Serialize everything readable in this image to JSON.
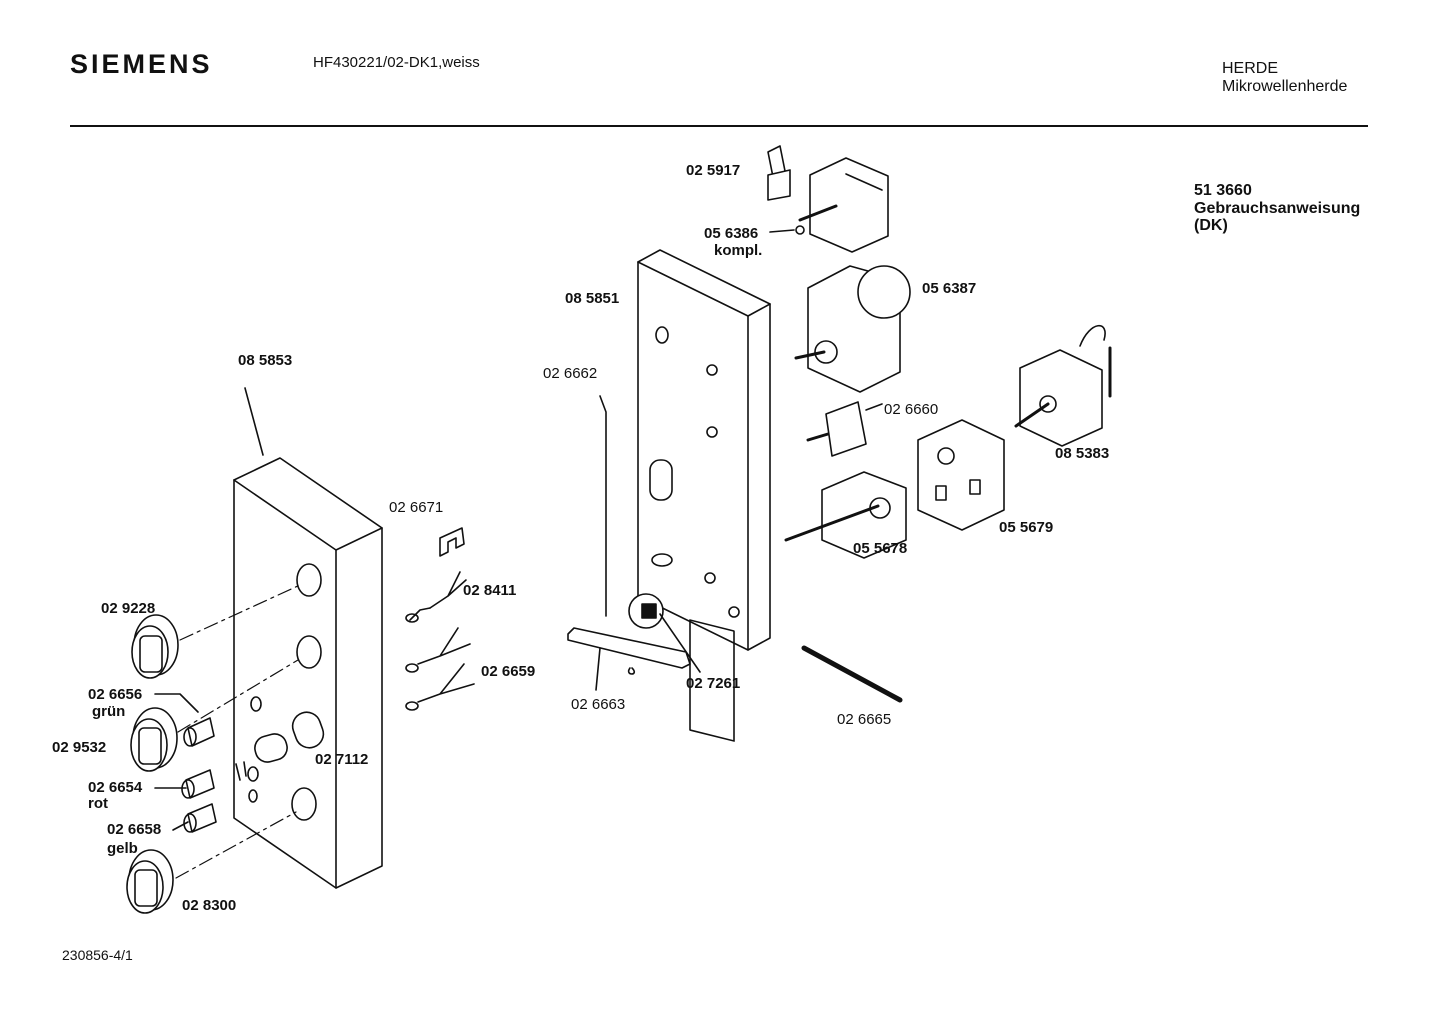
{
  "header": {
    "brand": "SIEMENS",
    "model": "HF430221/02-DK1,weiss",
    "category": "HERDE",
    "subcategory": "Mikrowellenherde"
  },
  "document": {
    "number": "51 3660",
    "title": "Gebrauchsanweisung",
    "language": "(DK)"
  },
  "footer": {
    "drawing_number": "230856-4/1"
  },
  "parts": {
    "p025917": "02 5917",
    "p056386": "05 6386",
    "p056386_note": "kompl.",
    "p056387": "05 6387",
    "p085851": "08 5851",
    "p026662": "02 6662",
    "p026660": "02 6660",
    "p085383": "08 5383",
    "p085853": "08 5853",
    "p026671": "02 6671",
    "p028411": "02 8411",
    "p055678": "05 5678",
    "p055679": "05 5679",
    "p029228": "02 9228",
    "p026659": "02 6659",
    "p026663": "02 6663",
    "p027261": "02 7261",
    "p026665": "02 6665",
    "p026656": "02 6656",
    "p026656_note": "grün",
    "p029532": "02 9532",
    "p027112": "02 7112",
    "p026654": "02 6654",
    "p026654_note": "rot",
    "p026658": "02 6658",
    "p026658_note": "gelb",
    "p028300": "02 8300"
  }
}
